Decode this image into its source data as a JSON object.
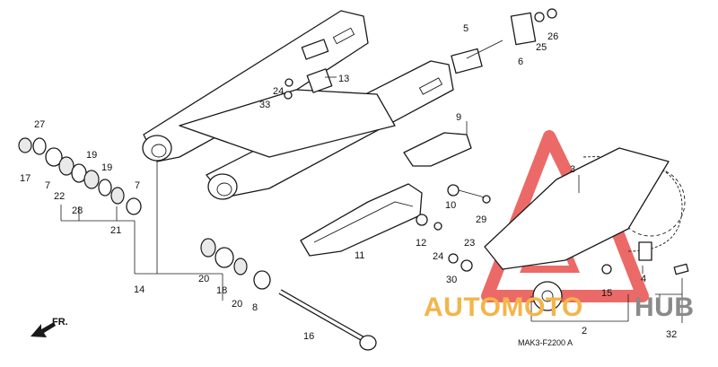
{
  "diagram": {
    "code": "MAK3-F2200 A",
    "direction_label": "FR.",
    "callouts": [
      "2",
      "3",
      "4",
      "5",
      "6",
      "7",
      "7",
      "8",
      "9",
      "10",
      "11",
      "12",
      "13",
      "14",
      "15",
      "16",
      "17",
      "18",
      "19",
      "19",
      "20",
      "20",
      "21",
      "22",
      "23",
      "24",
      "24",
      "25",
      "26",
      "27",
      "28",
      "29",
      "30",
      "32",
      "33"
    ]
  },
  "watermark": {
    "text_primary": "AUTOMOTO",
    "text_secondary": "HUB",
    "color_primary": "#f3b54a",
    "color_secondary": "#8a8a8a",
    "logo_color": "#e53935",
    "logo_icon": "mountain-triangle-logo"
  },
  "colors": {
    "line": "#1a1a1a",
    "background": "#ffffff"
  }
}
